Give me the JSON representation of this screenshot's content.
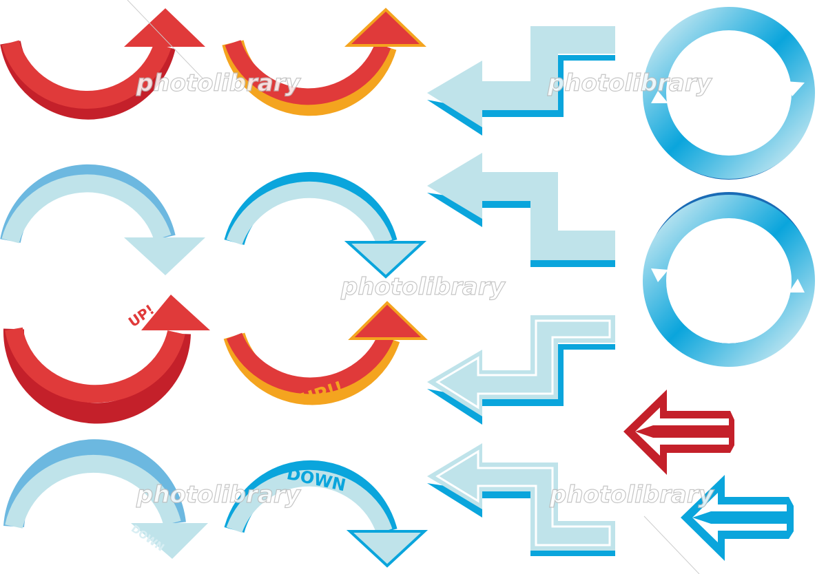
{
  "labels": {
    "up_red": "UP!",
    "up_orange": "UP!!",
    "down_blue": "DOWN",
    "down_light": "DOWN"
  },
  "watermark": "photolibrary",
  "colors": {
    "red": "#e03a3a",
    "dark_red": "#c4202a",
    "orange": "#f4a41f",
    "light_blue": "#bfe3ea",
    "blue": "#0aa5dc",
    "dark_blue": "#1a6bb5"
  }
}
